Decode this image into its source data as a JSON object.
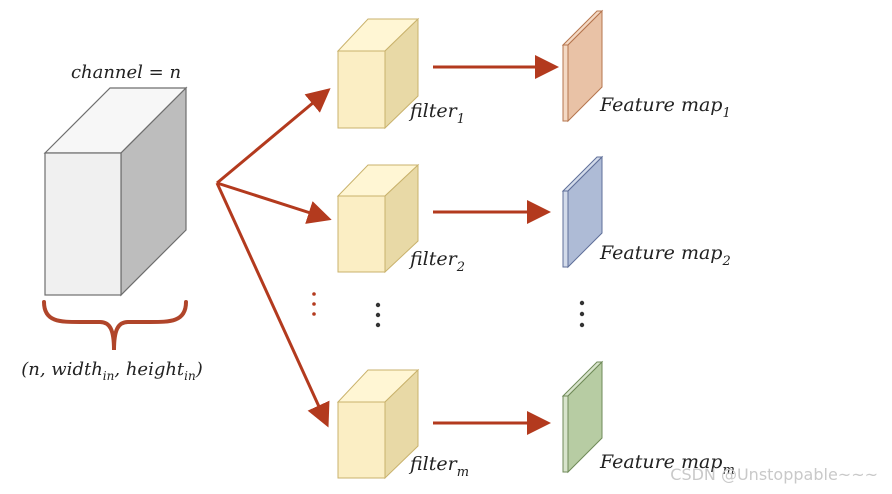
{
  "input": {
    "channel_label": "channel = n",
    "shape_label_pre": "(n, width",
    "shape_sub1": "in",
    "shape_mid": ", height",
    "shape_sub2": "in",
    "shape_post": ")"
  },
  "filters": [
    {
      "base": "filter",
      "sub": "1"
    },
    {
      "base": "filter",
      "sub": "2"
    },
    {
      "base": "filter",
      "sub": "m"
    }
  ],
  "feature_maps": [
    {
      "base": "Feature map",
      "sub": "1",
      "color": "#e9c2a6"
    },
    {
      "base": "Feature map",
      "sub": "2",
      "color": "#aebbd6"
    },
    {
      "base": "Feature map",
      "sub": "m",
      "color": "#b7cca3"
    }
  ],
  "watermark": "CSDN @Unstoppable~~~",
  "colors": {
    "arrow": "#b33a1e",
    "brace": "#b0452a",
    "filter_front": "#fbeec4",
    "filter_side": "#e8d9a6",
    "filter_top": "#fff6d4",
    "filter_edge": "#c9b26c",
    "cube_front": "#f0f0f0",
    "cube_side": "#bdbdbd",
    "cube_top": "#f7f7f7"
  }
}
